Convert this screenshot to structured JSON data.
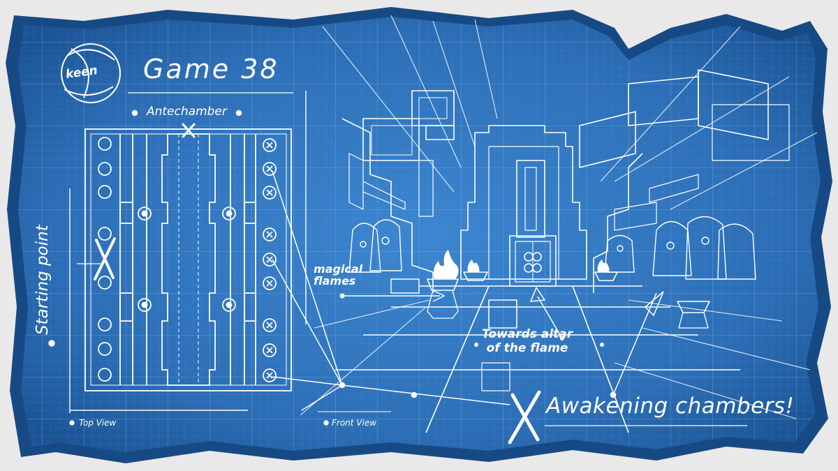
{
  "logo": {
    "text": "keen",
    "icon": "keen-swirl-logo-icon"
  },
  "title": "Game 38",
  "labels": {
    "antechamber": "Antechamber",
    "starting_point": "Starting point",
    "top_view": "Top View",
    "front_view": "Front View",
    "magical_flames": "magical\nflames",
    "towards_altar": "Towards altar\nof the flame",
    "awakening_chambers": "Awakening chambers!"
  },
  "colors": {
    "blueprint": "#2f72b8",
    "blueprint_dark": "#1e5a9c",
    "edge": "#174a85",
    "ink": "#ffffff"
  }
}
